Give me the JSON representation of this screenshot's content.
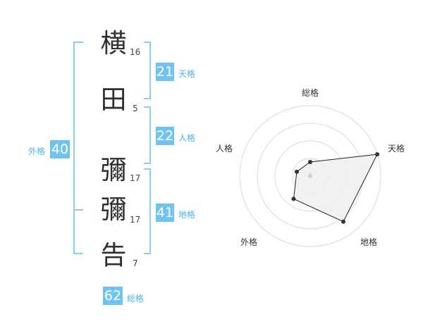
{
  "name": {
    "chars": [
      {
        "char": "横",
        "strokes": "16"
      },
      {
        "char": "田",
        "strokes": "5"
      },
      {
        "char": "彌",
        "strokes": "17"
      },
      {
        "char": "彌",
        "strokes": "17"
      },
      {
        "char": "告",
        "strokes": "7"
      }
    ]
  },
  "kaku": {
    "tenkaku": {
      "value": "21",
      "label": "天格"
    },
    "jinkaku": {
      "value": "22",
      "label": "人格"
    },
    "chikaku": {
      "value": "41",
      "label": "地格"
    },
    "gaikaku": {
      "value": "40",
      "label": "外格"
    },
    "soukaku": {
      "value": "62",
      "label": "総格"
    }
  },
  "colors": {
    "accent": "#6ec3f0",
    "bracket": "#8ccdf0"
  },
  "chart_data": {
    "type": "radar",
    "axes": [
      "総格",
      "天格",
      "地格",
      "外格",
      "人格"
    ],
    "values": [
      1,
      5,
      4,
      2,
      1
    ],
    "max": 5,
    "rings": 4
  }
}
